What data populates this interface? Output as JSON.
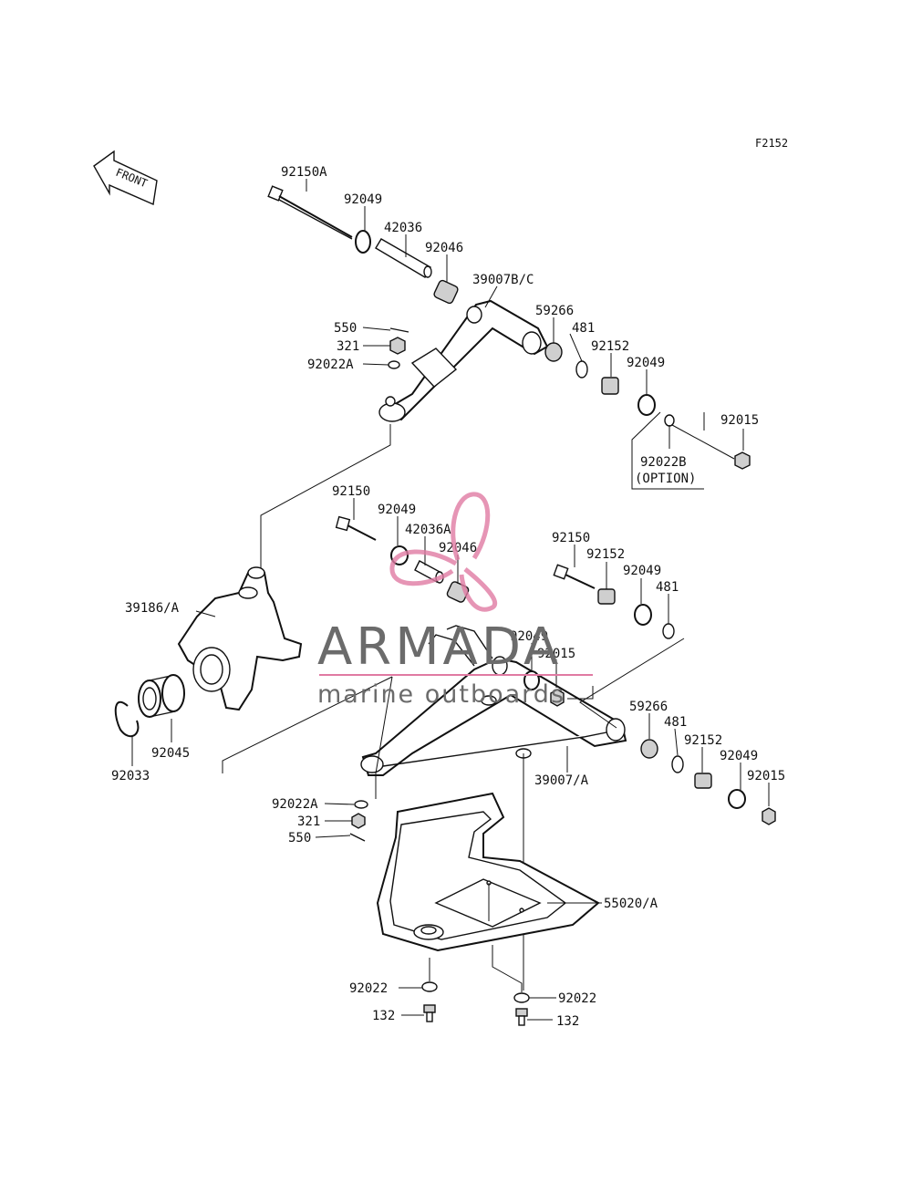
{
  "figure_code": "F2152",
  "front_arrow_label": "FRONT",
  "watermark": {
    "title": "ARMADA",
    "subtitle": "marine outboards",
    "color": "#e07aa2"
  },
  "callouts": {
    "upper_bolt": "92150A",
    "upper_seal_front": "92049",
    "upper_sleeve": "42036",
    "upper_bushing_front": "92046",
    "upper_arm": "39007B/C",
    "upper_bushing_rear": "59266",
    "upper_circlip": "481",
    "upper_collar": "92152",
    "upper_seal_rear": "92049",
    "upper_nut": "92015",
    "upper_washer_option": "92022B",
    "option_note": "(OPTION)",
    "upper_cotter_pin": "550",
    "upper_castle_nut": "321",
    "upper_washer": "92022A",
    "lower_bolt_front": "92150",
    "lower_seal_front": "92049",
    "lower_sleeve": "42036A",
    "lower_bushing_front": "92046",
    "lower_bolt_rear": "92150",
    "lower_collar_rear_top": "92152",
    "lower_seal_rear_top": "92049",
    "lower_circlip_top": "481",
    "lower_seal_mid": "92049",
    "lower_nut_mid": "92015",
    "knuckle": "39186/A",
    "bearing": "92045",
    "snap_ring": "92033",
    "lower_arm": "39007/A",
    "lower_bushing_rear": "59266",
    "lower_circlip_rear": "481",
    "lower_collar_rear": "92152",
    "lower_seal_rear": "92049",
    "lower_nut_rear": "92015",
    "lower_washer": "92022A",
    "lower_castle_nut": "321",
    "lower_cotter_pin": "550",
    "guard": "55020/A",
    "guard_washer_left": "92022",
    "guard_bolt_left": "132",
    "guard_washer_right": "92022",
    "guard_bolt_right": "132"
  }
}
